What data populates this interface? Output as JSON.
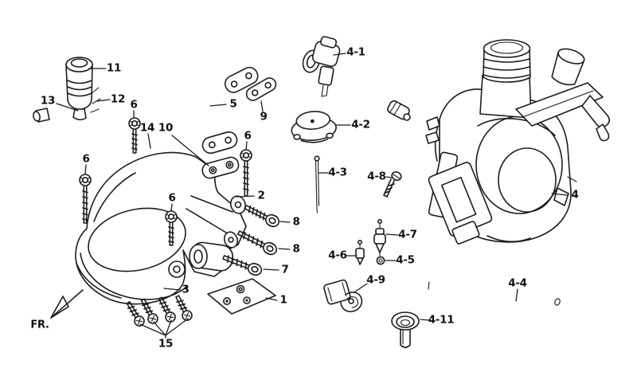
{
  "diagram": {
    "background_color": "#ffffff",
    "line_color": "#1c1c1c",
    "fr_indicator": "FR.",
    "callouts": {
      "c1": "1",
      "c2": "2",
      "c3": "3",
      "c4": "4",
      "c5": "5",
      "c6a": "6",
      "c6b": "6",
      "c6c": "6",
      "c6d": "6",
      "c7": "7",
      "c8a": "8",
      "c8b": "8",
      "c9": "9",
      "c10": "10",
      "c11": "11",
      "c12": "12",
      "c13": "13",
      "c14": "14",
      "c15": "15",
      "c4_1": "4-1",
      "c4_2": "4-2",
      "c4_3": "4-3",
      "c4_4": "4-4",
      "c4_5": "4-5",
      "c4_6": "4-6",
      "c4_7": "4-7",
      "c4_8": "4-8",
      "c4_9": "4-9",
      "c4_11": "4-11"
    }
  }
}
